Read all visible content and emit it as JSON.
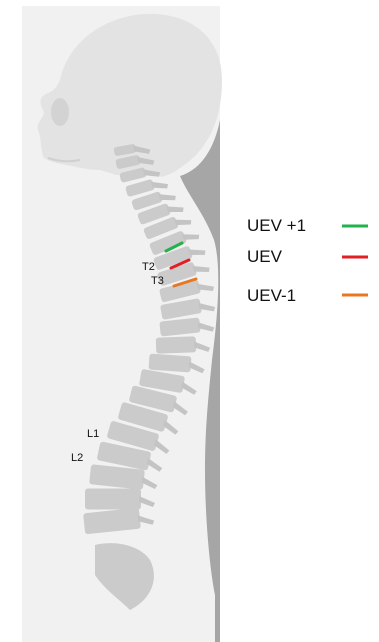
{
  "figure": {
    "vertebra_labels": {
      "t2": "T2",
      "t3": "T3",
      "l1": "L1",
      "l2": "L2"
    },
    "legend": [
      {
        "label": "UEV +1",
        "color": "#22b14c"
      },
      {
        "label": "UEV",
        "color": "#e01f26"
      },
      {
        "label": "UEV-1",
        "color": "#e87722"
      }
    ],
    "colors": {
      "background_panel": "#a6a6a6",
      "body_silhouette": "#f1f1f1",
      "head": "#e2e2e2",
      "spine": "#cbcbcb"
    }
  }
}
